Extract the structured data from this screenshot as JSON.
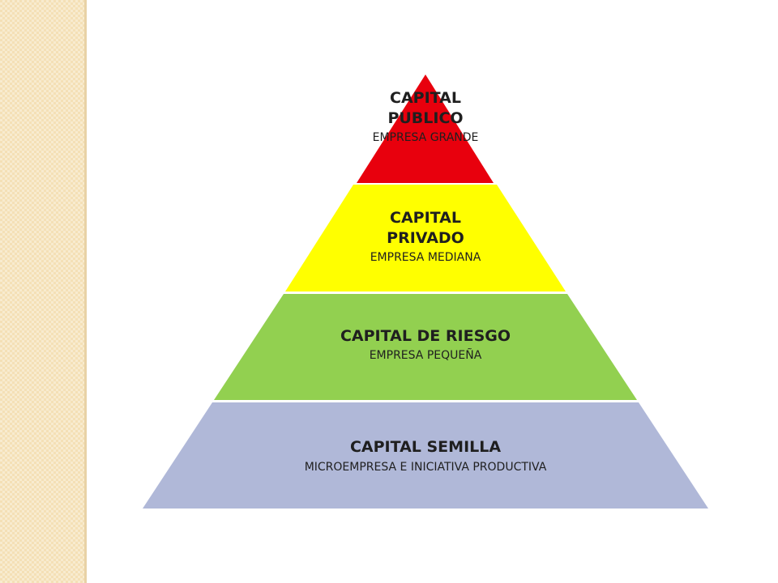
{
  "levels": [
    {
      "title_lines": [
        "CAPITAL",
        "PUBLICO"
      ],
      "subtitle": "EMPRESA GRANDE",
      "color": "#e8000d"
    },
    {
      "title_lines": [
        "CAPITAL",
        "PRIVADO"
      ],
      "subtitle": "EMPRESA MEDIANA",
      "color": "#ffff00"
    },
    {
      "title_lines": [
        "CAPITAL DE RIESGO"
      ],
      "subtitle": "EMPRESA PEQUEÑA",
      "color": "#92d050"
    },
    {
      "title_lines": [
        "CAPITAL SEMILLA"
      ],
      "subtitle": "MICROEMPRESA E INICIATIVA PRODUCTIVA",
      "color": "#b0b8d8"
    }
  ],
  "theme": {
    "side_strip_color": "#f4e0b6"
  }
}
